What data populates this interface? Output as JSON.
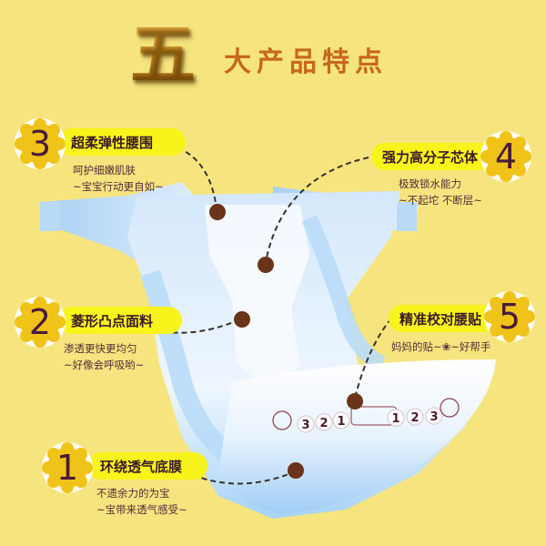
{
  "header": {
    "big_numeral": "五",
    "title_rest": "大产品特点"
  },
  "colors": {
    "background": "#f6e57f",
    "badge_fill": "#f0c318",
    "pill_fill": "#f8f31a",
    "title_text": "#c8671f",
    "dot": "#6b3319",
    "text_dark": "#3a1a2a"
  },
  "features": [
    {
      "number": "1",
      "title": "环绕透气底膜",
      "desc_line1": "不遗余力的为宝",
      "desc_line2": "~宝带来透气感受~"
    },
    {
      "number": "2",
      "title": "菱形凸点面料",
      "desc_line1": "渗透更快更均匀",
      "desc_line2": "~好像会呼吸哟~"
    },
    {
      "number": "3",
      "title": "超柔弹性腰围",
      "desc_line1": "呵护细嫩肌肤",
      "desc_line2": "~宝宝行动更自如~"
    },
    {
      "number": "4",
      "title": "强力高分子芯体",
      "desc_line1": "极致锁水能力",
      "desc_line2": "~不起坨 不断层~"
    },
    {
      "number": "5",
      "title": "精准校对腰贴",
      "desc_line1": "妈妈的贴~❀~好帮手"
    }
  ],
  "tape_print": {
    "left_numbers": [
      "3",
      "2",
      "1"
    ],
    "right_numbers": [
      "1",
      "2",
      "3"
    ]
  }
}
